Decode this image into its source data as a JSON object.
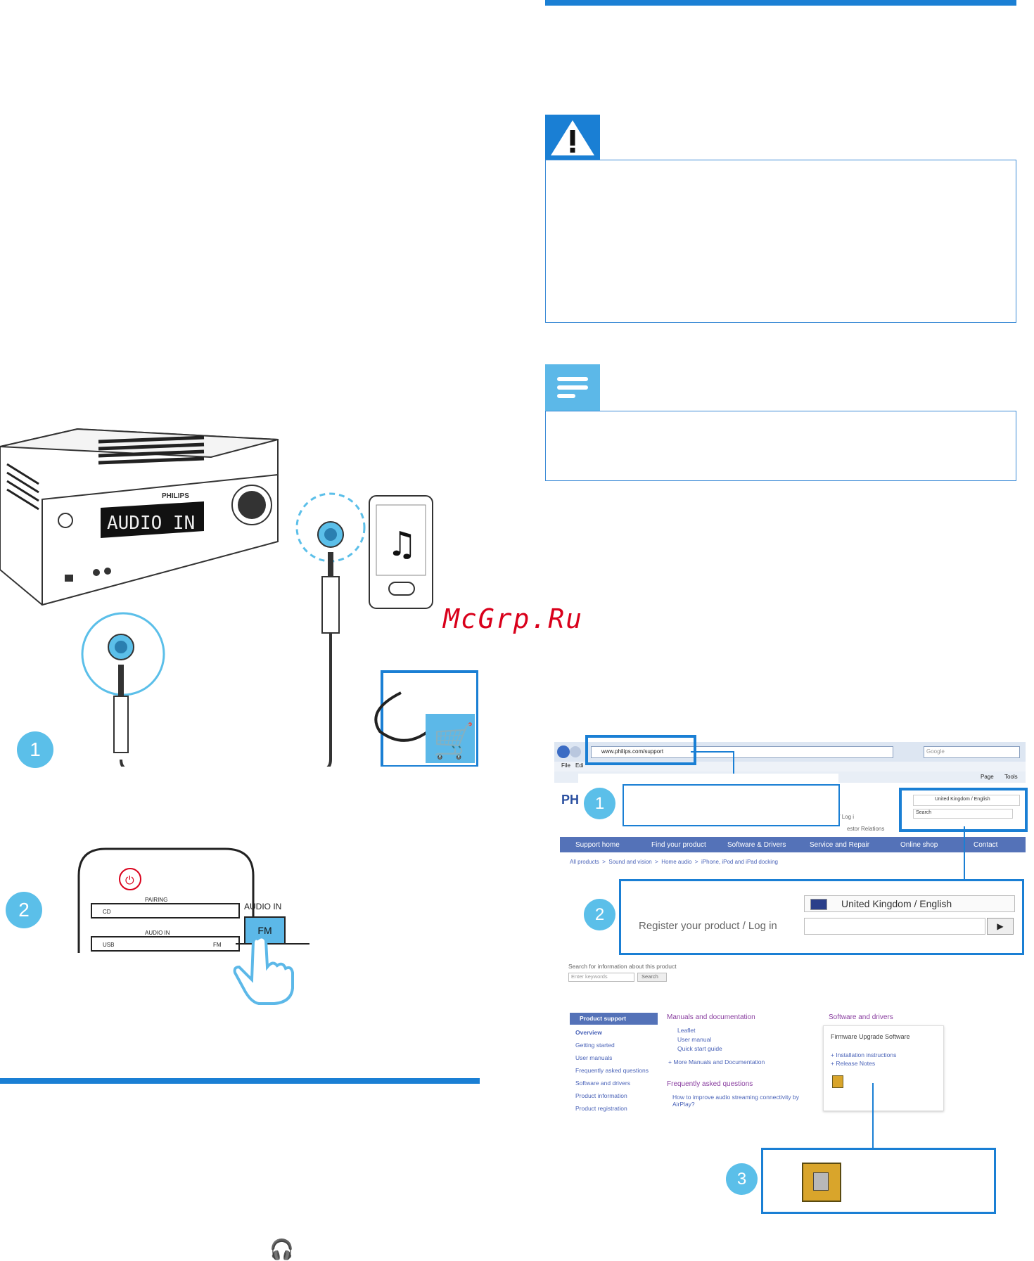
{
  "brand": "PHILIPS",
  "device_display": "AUDIO IN",
  "remote": {
    "pairing": "PAIRING",
    "cd": "CD",
    "audio_in": "AUDIO IN",
    "usb": "USB",
    "fm": "FM"
  },
  "callout": {
    "audio_in": "AUDIO IN",
    "fm": "FM"
  },
  "steps": {
    "one": "1",
    "two": "2",
    "three": "3"
  },
  "watermark": "McGrp.Ru",
  "browser": {
    "url": "www.philips.com/support",
    "search_placeholder": "Google",
    "menu_file": "File",
    "menu_edit": "Edi",
    "page_menu": "Page",
    "tools_menu": "Tools",
    "logo_partial": "PH",
    "top_right_locale": "United Kingdom / English",
    "top_search": "Search",
    "register_small": "ur product / Log i",
    "investor": "estor Relations",
    "nav": [
      "Support home",
      "Find your product",
      "Software & Drivers",
      "Service and Repair",
      "Online shop",
      "Contact"
    ],
    "breadcrumb": "All products  >  Sound and vision  >  Home audio  >  iPhone, iPod and iPad docking",
    "zoom_locale": "United Kingdom / English",
    "zoom_register": "Register your product / Log in",
    "search_info": "Search for information about this product",
    "search_input_placeholder": "Enter keywords",
    "search_button": "Search",
    "sidebar_title": "Product support",
    "sidebar_items": [
      "Overview",
      "Getting started",
      "User manuals",
      "Frequently asked questions",
      "Software and drivers",
      "Product information",
      "Product registration"
    ],
    "manuals_title": "Manuals and documentation",
    "manuals_items": [
      "Leaflet",
      "User manual",
      "Quick start guide"
    ],
    "more_manuals": "+ More Manuals and Documentation",
    "faq_title": "Frequently asked questions",
    "faq_item": "How to improve audio streaming connectivity by AirPlay?",
    "software_title": "Software and drivers",
    "firmware_title": "Firmware Upgrade Software",
    "firmware_links": [
      "+ Installation instructions",
      "+ Release Notes"
    ]
  },
  "colors": {
    "accent": "#1a7fd4",
    "step_circle": "#5bbfe9",
    "nav_bar": "#5472b8",
    "watermark": "#d9001b"
  }
}
